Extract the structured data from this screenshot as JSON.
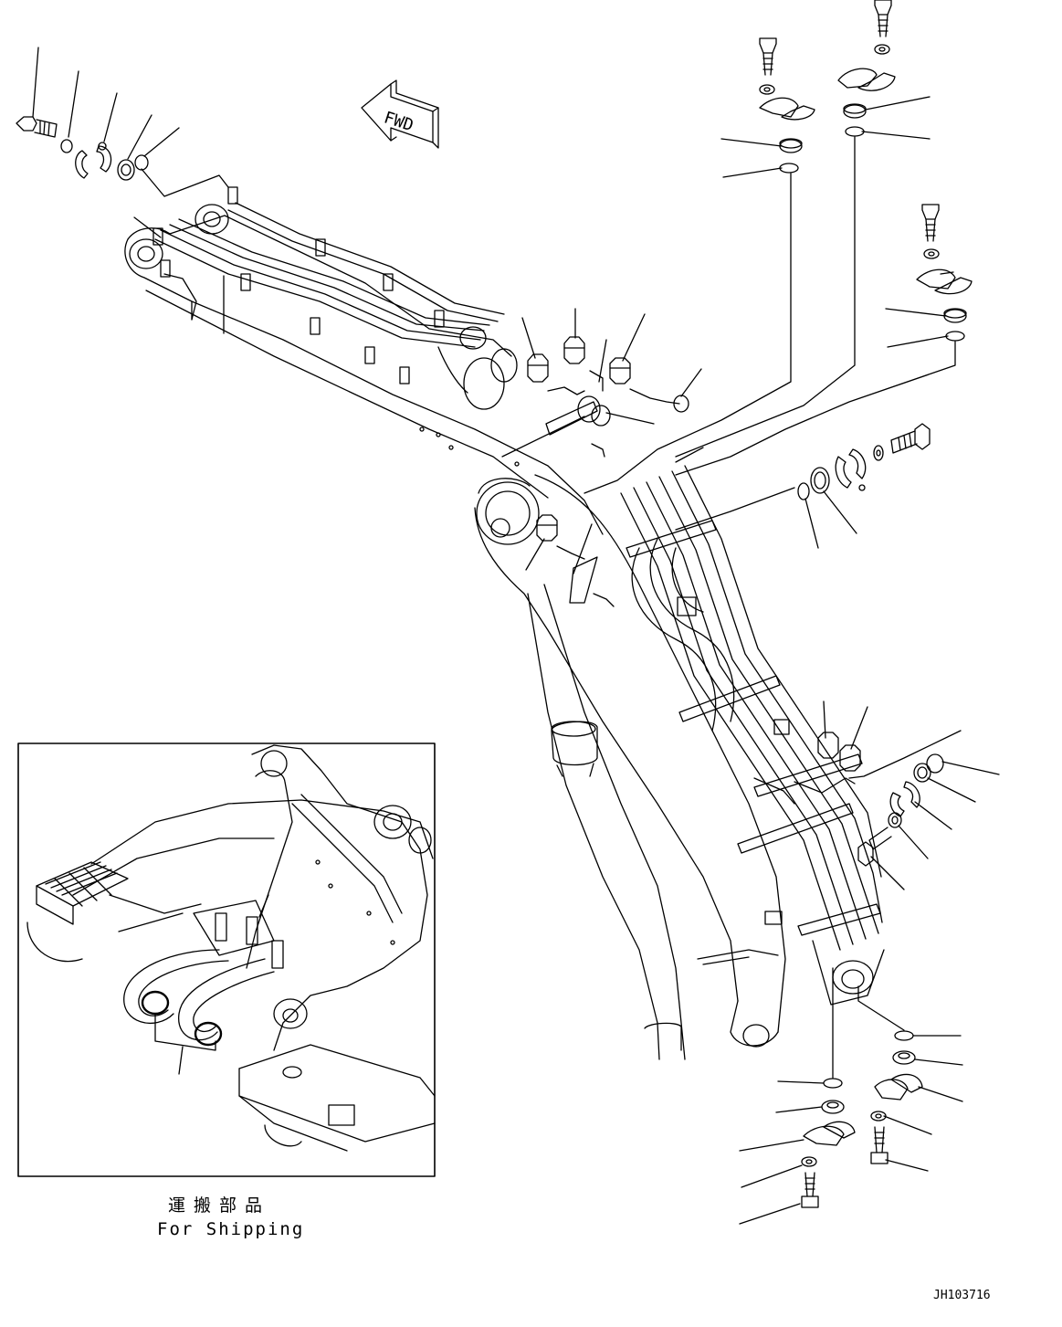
{
  "direction_marker": {
    "label": "FWD"
  },
  "inset": {
    "caption_japanese": "運搬部品",
    "caption_english": "For Shipping"
  },
  "document_id": "JH103716"
}
